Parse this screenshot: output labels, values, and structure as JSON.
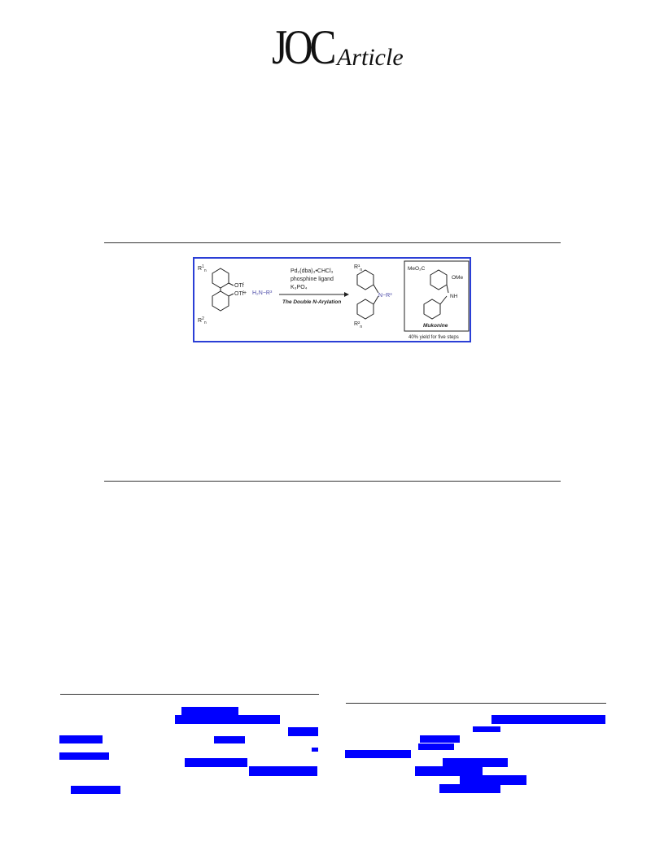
{
  "header": {
    "logo_main": "JOC",
    "logo_sub": "Article"
  },
  "graphical_abstract": {
    "reactant_substituent_top": "R",
    "reactant_substituent_top_sup": "1",
    "reactant_substituent_top_sub": "n",
    "reactant_substituent_bottom": "R",
    "reactant_substituent_bottom_sup": "2",
    "reactant_substituent_bottom_sub": "n",
    "leaving_group_1": "OTf",
    "leaving_group_2": "OTf",
    "plus_sign": "+",
    "amine": "H₂N−R³",
    "conditions": [
      "Pd₂(dba)₃•CHCl₃",
      "phosphine ligand",
      "K₃PO₄"
    ],
    "reaction_name": "The Double N-Arylation",
    "product_nitrogen": "N−R³",
    "product_r1": "R¹",
    "product_r1_sub": "n",
    "product_r2": "R²",
    "product_r2_sub": "n",
    "natural_product": {
      "ester_group": "MeO₂C",
      "methoxy_group": "OMe",
      "nh_group": "NH",
      "name": "Mukonine",
      "yield_caption": "40% yield for five steps"
    }
  },
  "colors": {
    "abstract_border": "#2b3fd6",
    "link_highlight": "#0000ff",
    "amine_text": "#4b4aa8"
  }
}
